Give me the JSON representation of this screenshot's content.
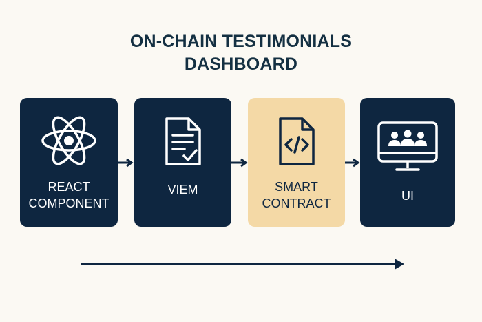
{
  "title": {
    "line1": "ON-CHAIN TESTIMONIALS",
    "line2": "DASHBOARD"
  },
  "colors": {
    "dark_navy": "#0e2640",
    "highlight_tan": "#f4d9a6",
    "background": "#fbf9f3",
    "title_text": "#143042"
  },
  "steps": [
    {
      "icon": "react-atom-icon",
      "label_line1": "REACT",
      "label_line2": "COMPONENT",
      "highlighted": false
    },
    {
      "icon": "document-check-icon",
      "label_line1": "VIEM",
      "label_line2": "",
      "highlighted": false
    },
    {
      "icon": "code-file-icon",
      "label_line1": "SMART",
      "label_line2": "CONTRACT",
      "highlighted": true
    },
    {
      "icon": "monitor-users-icon",
      "label_line1": "UI",
      "label_line2": "",
      "highlighted": false
    }
  ]
}
